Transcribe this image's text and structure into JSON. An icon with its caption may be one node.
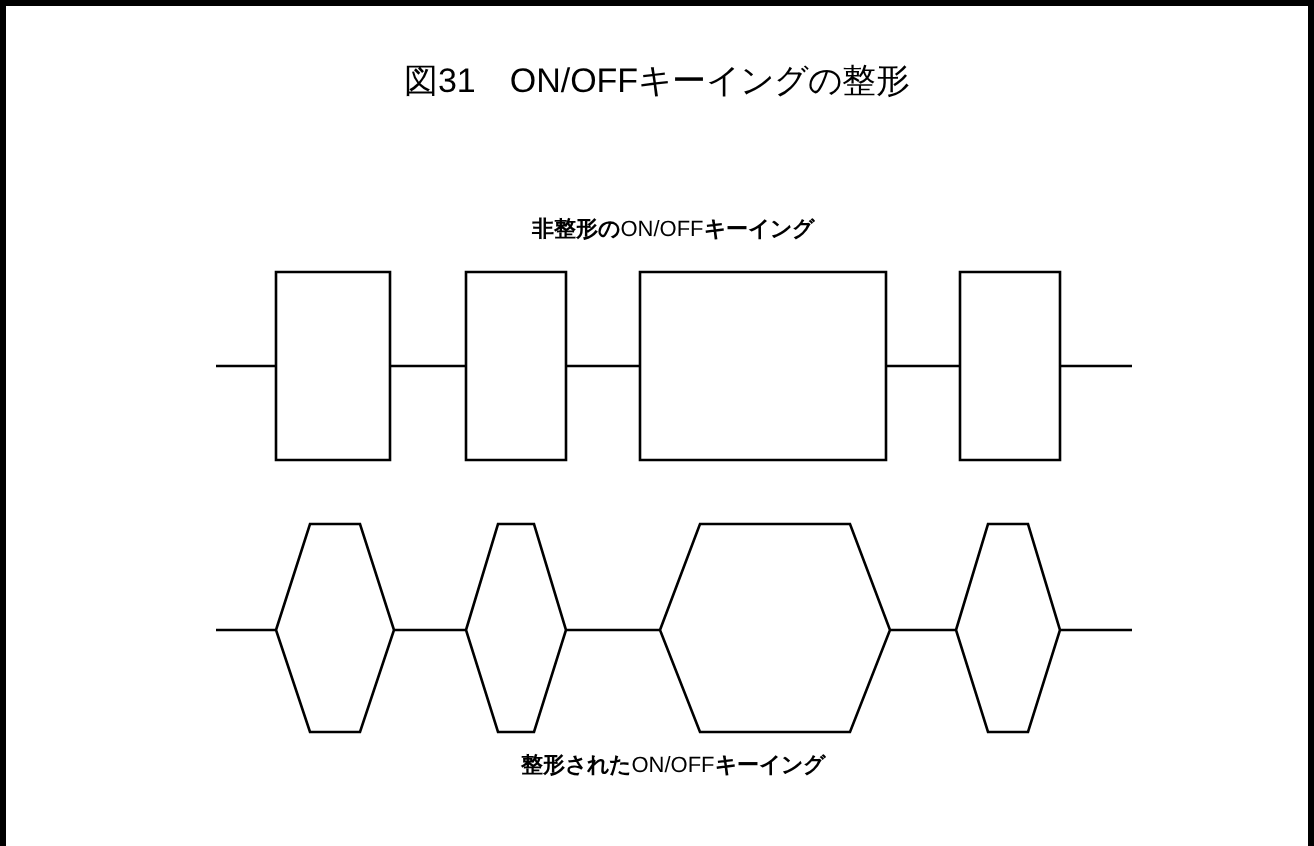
{
  "diagram": {
    "title": "図31　ON/OFFキーイングの整形",
    "labels": [
      "**非整形の**ON/OFF**キーイング**",
      "**整形された**ON/OFF**キーイング**"
    ]
  }
}
